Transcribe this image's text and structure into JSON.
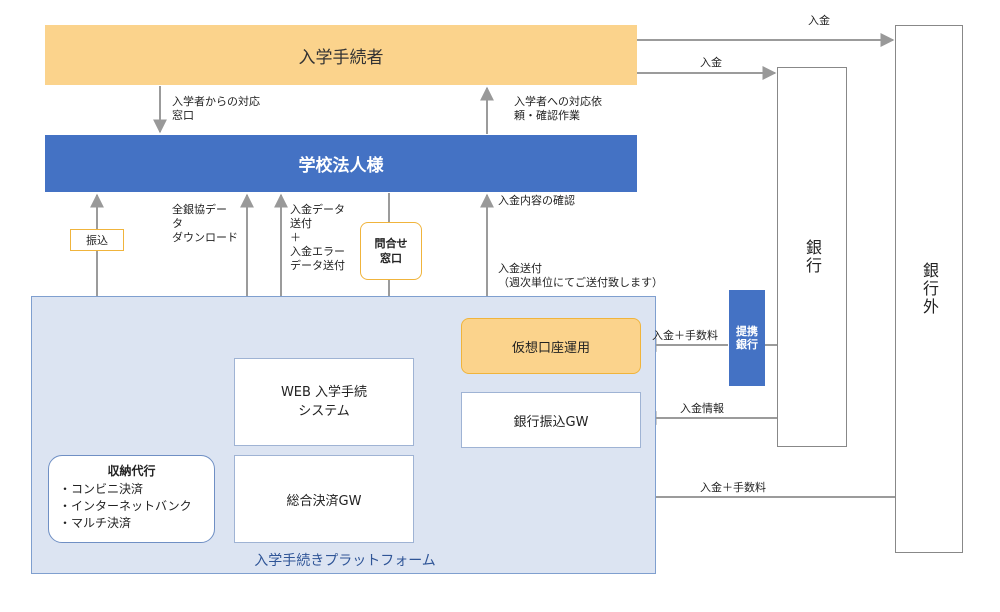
{
  "nodes": {
    "applicant": "入学手続者",
    "school": "学校法人様",
    "bank": "銀行",
    "outside_bank": "銀行外",
    "partner_bank": "提携\n銀行",
    "virtual_account": "仮想口座運用",
    "bank_gw": "銀行振込GW",
    "web_system": "WEB 入学手続\nシステム",
    "settlement_gw": "総合決済GW",
    "inquiry": "問合せ\n窓口",
    "furikomi": "振込",
    "agency_title": "収納代行",
    "agency_items": [
      "・コンビニ決済",
      "・インターネットバンク",
      "・マルチ決済"
    ],
    "platform": "入学手続きプラットフォーム"
  },
  "labels": {
    "payment_top": "入金",
    "payment_bank": "入金",
    "applicant_contact": "入学者からの対応\n窓口",
    "request_confirm": "入学者への対応依\n頼・確認作業",
    "zengin_download": "全銀協デー\nタ\nダウンロード",
    "payment_data": "入金データ\n送付\n＋\n入金エラー\nデータ送付",
    "payment_check": "入金内容の確認",
    "payment_send": "入金送付\n（週次単位にてご送付致します）",
    "payment_fee_partner": "入金＋手数料",
    "payment_info": "入金情報",
    "payment_fee_bottom": "入金＋手数料"
  }
}
